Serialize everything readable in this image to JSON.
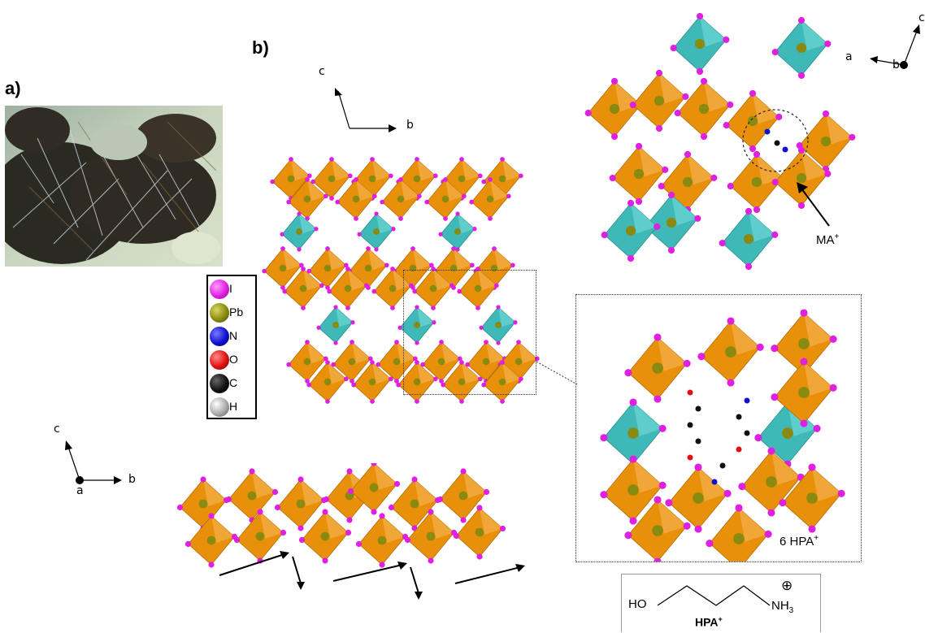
{
  "panels": {
    "a": "a)",
    "b": "b)"
  },
  "axes": {
    "top_center": {
      "up": "c",
      "right": "b"
    },
    "top_right": {
      "left": "a",
      "center": "b",
      "up": "c"
    },
    "bottom_left": {
      "up": "c",
      "right": "b",
      "center": "a"
    }
  },
  "legend": {
    "items": [
      {
        "label": "I",
        "color": "#e020e0"
      },
      {
        "label": "Pb",
        "color": "#8a8a10"
      },
      {
        "label": "N",
        "color": "#1010d0"
      },
      {
        "label": "O",
        "color": "#e01010"
      },
      {
        "label": "C",
        "color": "#111111"
      },
      {
        "label": "H",
        "color": "#aaaaaa"
      }
    ]
  },
  "annotations": {
    "ma_label": "MA",
    "ma_charge": "+",
    "inset_label": "6 HPA",
    "inset_charge": "+"
  },
  "hpa_structure": {
    "left_group": "HO",
    "right_group": "NH",
    "right_sub": "3",
    "charge_symbol": "⊕",
    "name": "HPA",
    "name_charge": "+"
  },
  "colors": {
    "octahedron_orange": "#e8900a",
    "octahedron_teal": "#3fb8b8",
    "iodide": "#e020e0",
    "lead": "#8a8a10"
  }
}
